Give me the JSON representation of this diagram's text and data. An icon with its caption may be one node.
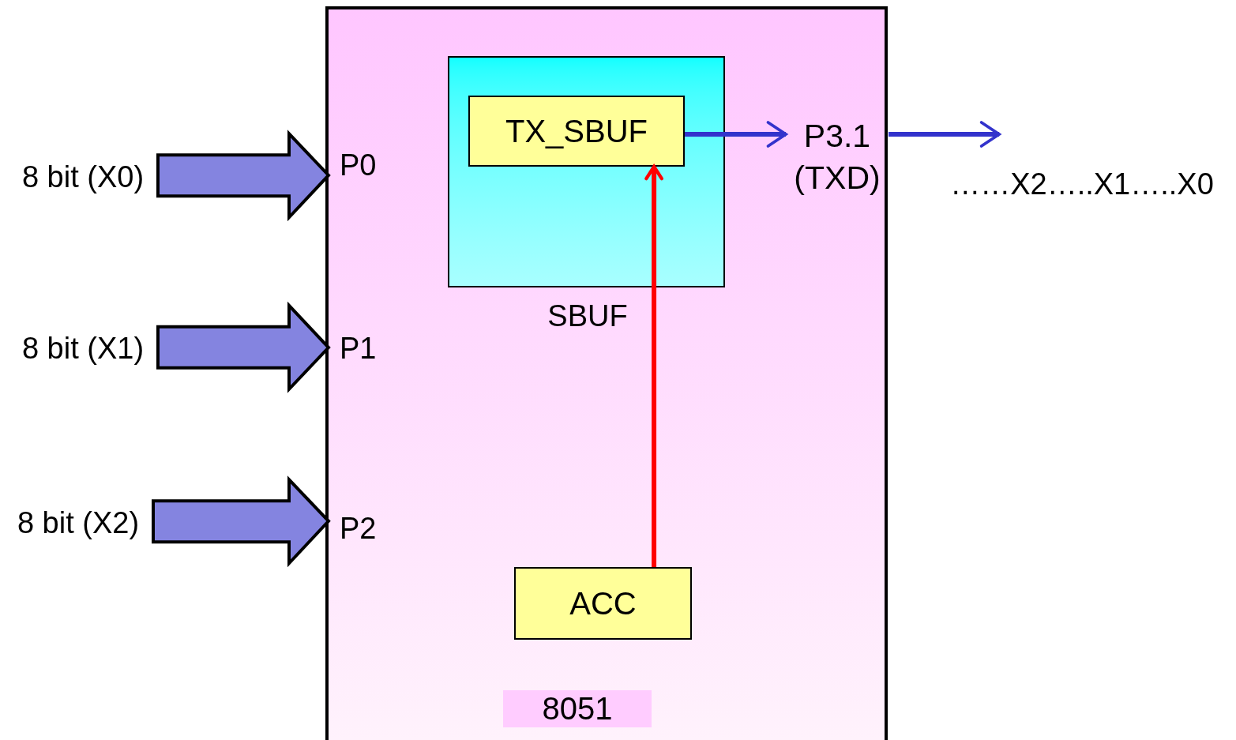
{
  "diagram": {
    "nodes": [
      {
        "text": [
          "8051"
        ]
      },
      {
        "text": [
          "8 bit (X0)"
        ]
      },
      {
        "text": [
          "8 bit (X1)"
        ]
      },
      {
        "text": [
          "8 bit (X2)"
        ]
      },
      {
        "text": [
          "P0"
        ],
        "in": 0
      },
      {
        "text": [
          "P1"
        ],
        "in": 0
      },
      {
        "text": [
          "P2"
        ],
        "in": 0
      },
      {
        "text": [
          "SBUF"
        ],
        "in": 0
      },
      {
        "text": [
          "TX_SBUF"
        ],
        "in": 7
      },
      {
        "text": [
          "P3.1 (TXD)"
        ],
        "in": 0
      },
      {
        "text": [
          "……X2…..X1…..X0"
        ]
      },
      {
        "text": [
          "ACC"
        ],
        "in": 0
      }
    ],
    "edges": [
      {
        "from": 1,
        "to": 4,
        "arrow": "to",
        "style": "thick",
        "color": "#8484e0"
      },
      {
        "from": 2,
        "to": 5,
        "arrow": "to",
        "style": "thick",
        "color": "#8484e0"
      },
      {
        "from": 3,
        "to": 6,
        "arrow": "to",
        "style": "thick",
        "color": "#8484e0"
      },
      {
        "from": 8,
        "to": 9,
        "arrow": "to"
      },
      {
        "from": 9,
        "to": 10,
        "arrow": "to"
      },
      {
        "from": 11,
        "to": 8,
        "arrow": "to",
        "color": "#ff0000"
      }
    ]
  }
}
